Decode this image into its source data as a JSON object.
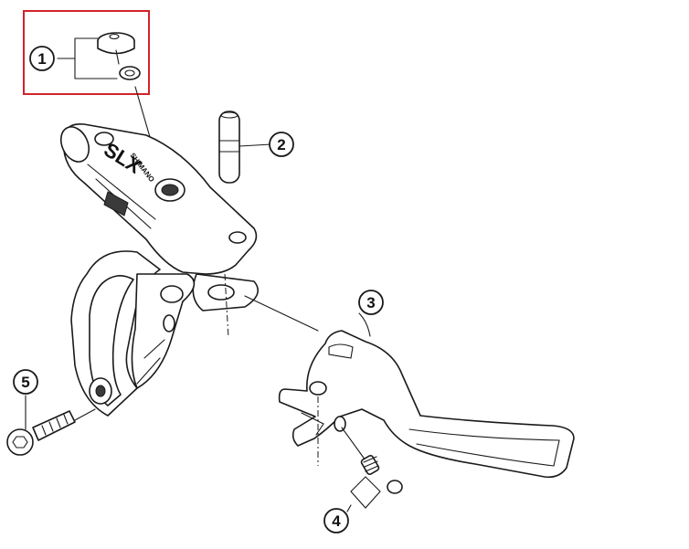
{
  "diagram": {
    "callouts": [
      {
        "id": "1",
        "label": "1"
      },
      {
        "id": "2",
        "label": "2"
      },
      {
        "id": "3",
        "label": "3"
      },
      {
        "id": "4",
        "label": "4"
      },
      {
        "id": "5",
        "label": "5"
      }
    ],
    "part_markings": {
      "model": "SLX",
      "brand": "SHIMANO"
    },
    "colors": {
      "highlight_box": "#d2232a",
      "line_art": "#1a1a1a"
    }
  }
}
